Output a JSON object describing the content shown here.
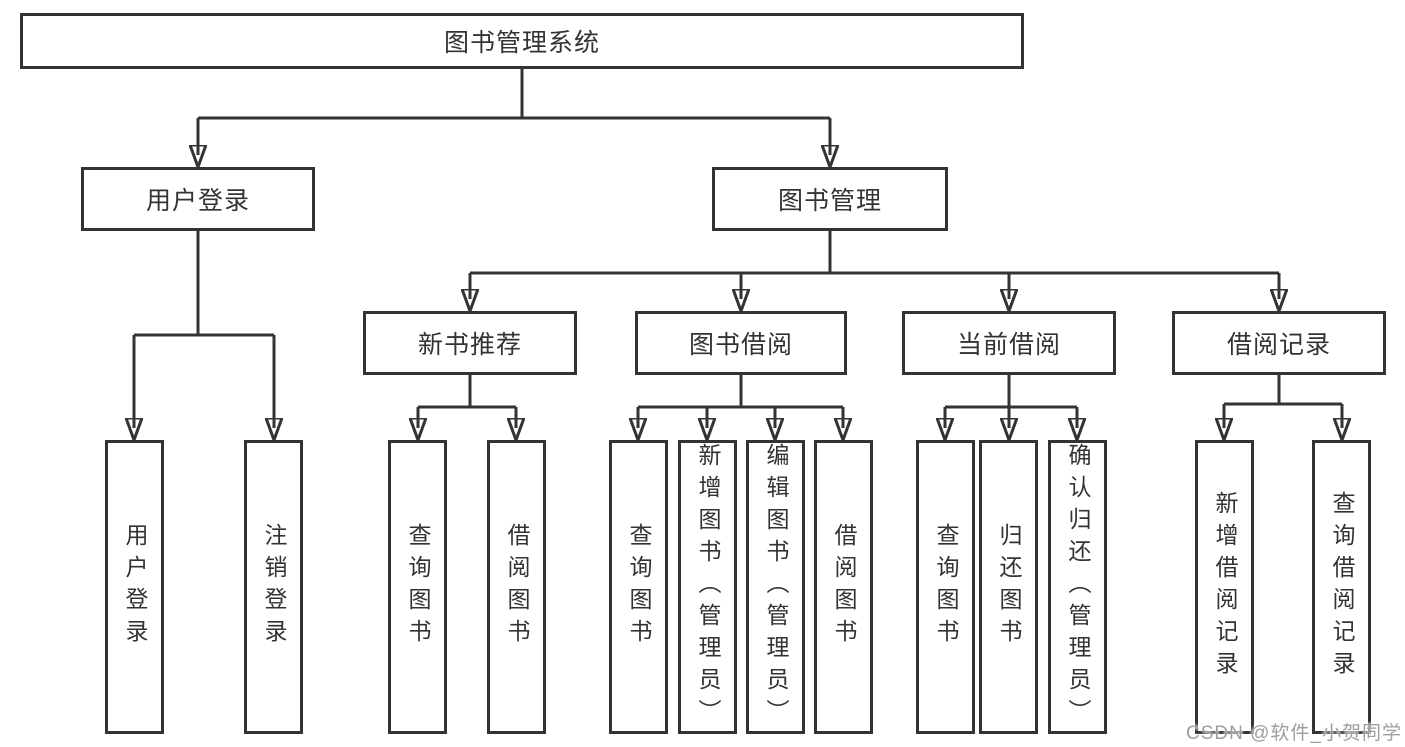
{
  "tree": {
    "label": "图书管理系统",
    "children": [
      {
        "label": "用户登录",
        "children": [
          {
            "label": "用户登录"
          },
          {
            "label": "注销登录"
          }
        ]
      },
      {
        "label": "图书管理",
        "children": [
          {
            "label": "新书推荐",
            "children": [
              {
                "label": "查询图书"
              },
              {
                "label": "借阅图书"
              }
            ]
          },
          {
            "label": "图书借阅",
            "children": [
              {
                "label": "查询图书"
              },
              {
                "label": "新增图书（管理员）"
              },
              {
                "label": "编辑图书（管理员）"
              },
              {
                "label": "借阅图书"
              }
            ]
          },
          {
            "label": "当前借阅",
            "children": [
              {
                "label": "查询图书"
              },
              {
                "label": "归还图书"
              },
              {
                "label": "确认归还（管理员）"
              }
            ]
          },
          {
            "label": "借阅记录",
            "children": [
              {
                "label": "新增借阅记录"
              },
              {
                "label": "查询借阅记录"
              }
            ]
          }
        ]
      }
    ]
  },
  "watermark": "CSDN @软件_小贺同学",
  "colors": {
    "line": "#333333",
    "box_background": "#ffffff",
    "watermark": "#9e9e9e"
  }
}
